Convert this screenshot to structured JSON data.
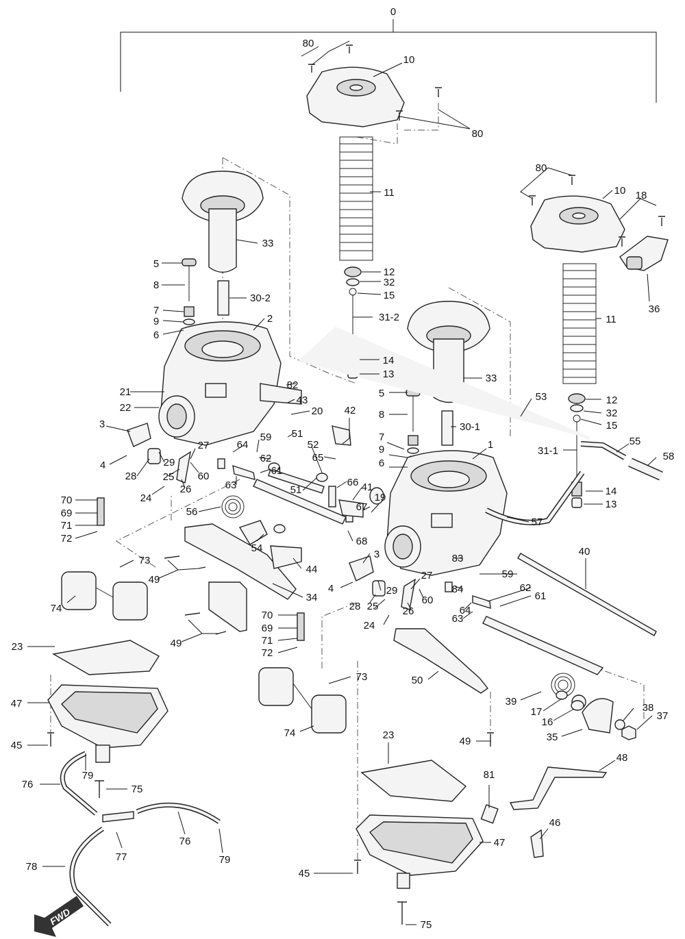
{
  "callouts": [
    "0",
    "80",
    "10",
    "80",
    "11",
    "33",
    "5",
    "8",
    "30-2",
    "12",
    "32",
    "15",
    "31-2",
    "2",
    "7",
    "9",
    "6",
    "14",
    "13",
    "80",
    "10",
    "18",
    "36",
    "11",
    "33",
    "5",
    "8",
    "30-1",
    "53",
    "12",
    "32",
    "15",
    "31-1",
    "55",
    "58",
    "21",
    "22",
    "82",
    "43",
    "20",
    "42",
    "3",
    "4",
    "28",
    "29",
    "27",
    "25",
    "24",
    "26",
    "60",
    "64",
    "59",
    "62",
    "51",
    "52",
    "65",
    "61",
    "63",
    "51",
    "66",
    "41",
    "67",
    "19",
    "7",
    "9",
    "6",
    "1",
    "14",
    "13",
    "57",
    "70",
    "69",
    "71",
    "72",
    "56",
    "54",
    "68",
    "73",
    "49",
    "74",
    "44",
    "34",
    "40",
    "83",
    "84",
    "59",
    "62",
    "61",
    "3",
    "4",
    "29",
    "28",
    "25",
    "27",
    "26",
    "60",
    "24",
    "64",
    "63",
    "70",
    "69",
    "71",
    "72",
    "49",
    "23",
    "73",
    "50",
    "39",
    "17",
    "16",
    "38",
    "37",
    "35",
    "47",
    "74",
    "49",
    "45",
    "79",
    "75",
    "76",
    "23",
    "48",
    "81",
    "46",
    "76",
    "77",
    "79",
    "78",
    "47",
    "45",
    "75"
  ],
  "fwd_label": "FWD"
}
